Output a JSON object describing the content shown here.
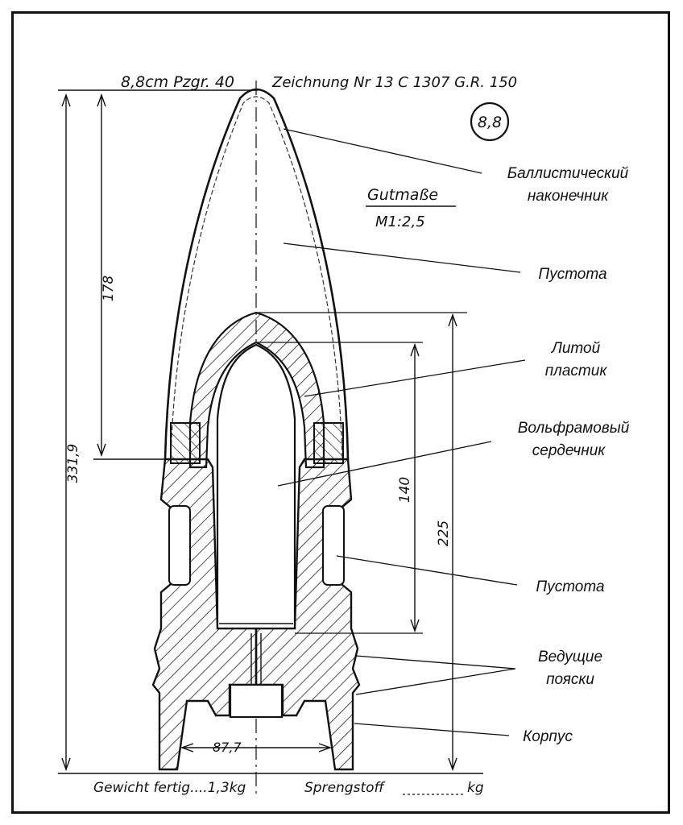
{
  "drawing": {
    "title": "8,8cm Pzgr. 40",
    "drawing_number": "Zeichnung Nr 13 C 1307 G.R. 150",
    "caliber_badge": "8,8",
    "scale_title": "Gutmaße",
    "scale_value": "M1:2,5",
    "footer_weight": "Gewicht fertig....1,3kg",
    "footer_explosive": "Sprengstoff",
    "footer_explosive_unit": "kg"
  },
  "dimensions": {
    "total_length": "331,9",
    "cap_length": "178",
    "core_length": "140",
    "body_length": "225",
    "base_diameter": "87,7"
  },
  "labels": {
    "ballistic_cap_line1": "Баллистический",
    "ballistic_cap_line2": "наконечник",
    "void_upper": "Пустота",
    "cast_plastic_line1": "Литой",
    "cast_plastic_line2": "пластик",
    "tungsten_core_line1": "Вольфрамовый",
    "tungsten_core_line2": "сердечник",
    "void_lower": "Пустота",
    "driving_bands_line1": "Ведущие",
    "driving_bands_line2": "пояски",
    "body": "Корпус"
  }
}
